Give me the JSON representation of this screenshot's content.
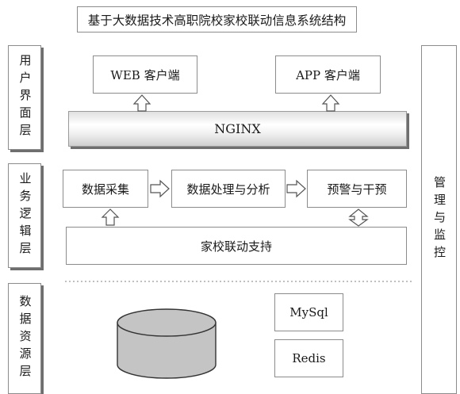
{
  "title": "基于大数据技术高职院校家校联动信息系统结构",
  "layers": {
    "user": "用户界面层",
    "business": "业务逻辑层",
    "data": "数据资源层"
  },
  "monitor": "管理与监控",
  "clients": {
    "web": "WEB 客户端",
    "app": "APP 客户端"
  },
  "gateway": "NGINX",
  "business": {
    "collect": "数据采集",
    "process": "数据处理与分析",
    "warn": "预警与干预",
    "support": "家校联动支持"
  },
  "storage": {
    "mysql": "MySql",
    "redis": "Redis"
  }
}
